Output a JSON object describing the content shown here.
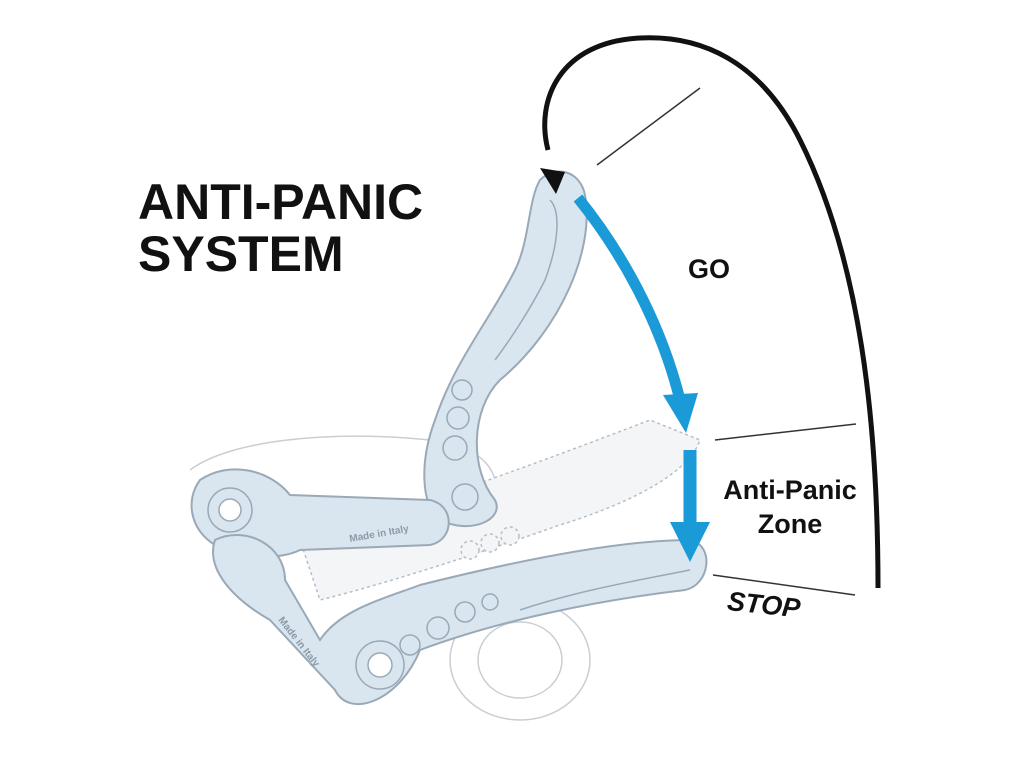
{
  "title": {
    "line1": "ANTI-PANIC",
    "line2": "SYSTEM"
  },
  "labels": {
    "go": "GO",
    "zone_line1": "Anti-Panic",
    "zone_line2": "Zone",
    "stop": "STOP"
  },
  "engraving": {
    "upper": "Made in Italy",
    "lower": "Made in Italy"
  },
  "colors": {
    "handle_fill": "#d9e6f0",
    "handle_stroke": "#9aa9b7",
    "arrow_blue": "#1a9ad6",
    "ink": "#111111"
  }
}
